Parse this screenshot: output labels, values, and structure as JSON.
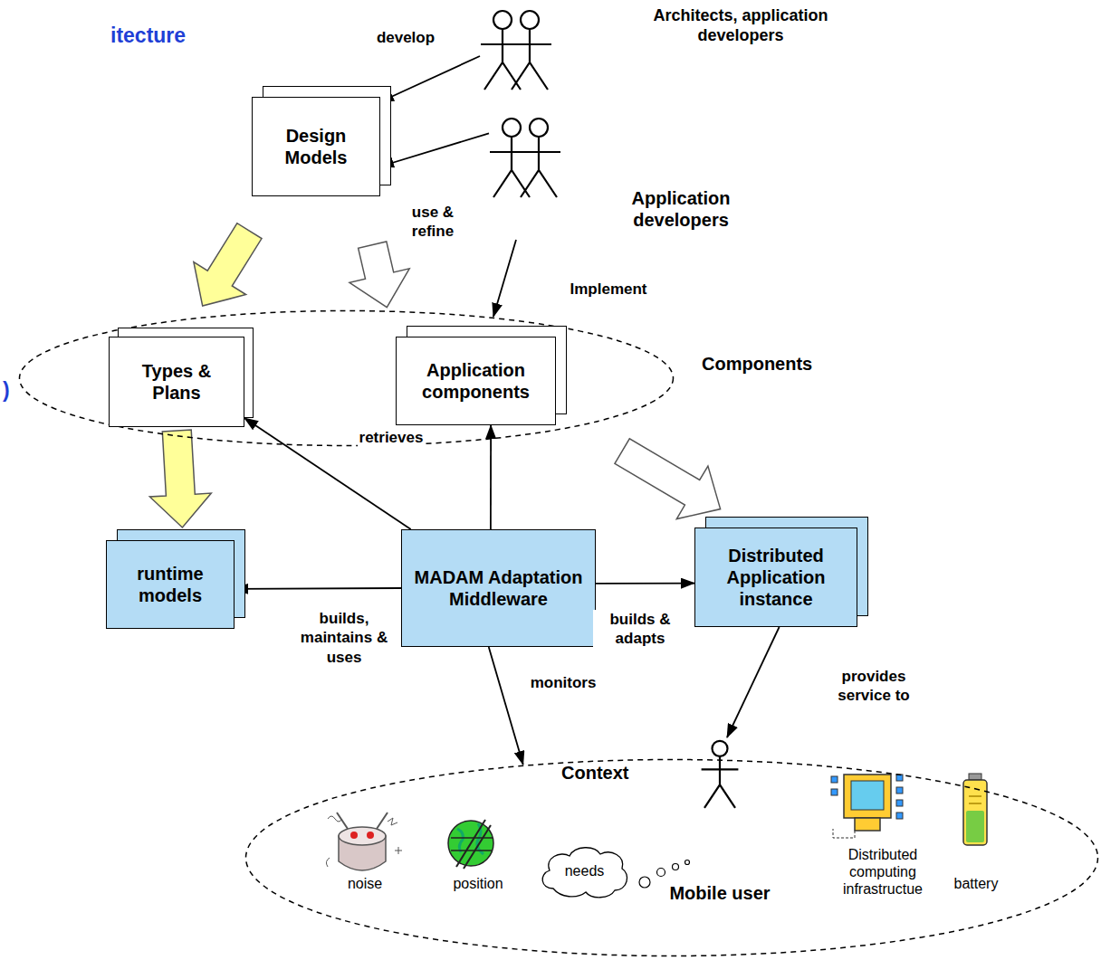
{
  "diagram": {
    "nodes": [
      {
        "text": [
          "Design Models"
        ]
      },
      {
        "text": [
          "Architects, application developers"
        ]
      },
      {
        "text": [
          "Application developers"
        ]
      },
      {
        "text": [
          "Components"
        ]
      },
      {
        "text": [
          "Types & Plans"
        ],
        "in": 3
      },
      {
        "text": [
          "Application components"
        ],
        "in": 3
      },
      {
        "text": [
          "runtime models"
        ]
      },
      {
        "text": [
          "MADAM Adaptation Middleware"
        ]
      },
      {
        "text": [
          "Distributed Application instance"
        ]
      },
      {
        "text": [
          "Context"
        ]
      },
      {
        "text": [
          "needs"
        ],
        "in": 9
      },
      {
        "text": [
          "Mobile user"
        ],
        "in": 9
      }
    ],
    "edges": [
      {
        "from": 1,
        "to": 0,
        "label": "develop",
        "arrow": "to"
      },
      {
        "from": 2,
        "to": 0,
        "label": "use & refine",
        "arrow": "to"
      },
      {
        "from": 2,
        "to": 3,
        "label": "Implement",
        "arrow": "to"
      },
      {
        "from": 0,
        "to": 4,
        "arrow": "to"
      },
      {
        "from": 0,
        "to": 3,
        "arrow": "to"
      },
      {
        "from": 4,
        "to": 6,
        "arrow": "to"
      },
      {
        "from": 5,
        "to": 8,
        "arrow": "to"
      },
      {
        "from": 7,
        "to": 4,
        "label": "retrieves",
        "arrow": "to"
      },
      {
        "from": 7,
        "to": 5,
        "arrow": "to"
      },
      {
        "from": 7,
        "to": 6,
        "label": "builds, maintains & uses",
        "arrow": "to"
      },
      {
        "from": 7,
        "to": 8,
        "label": "builds & adapts",
        "arrow": "to"
      },
      {
        "from": 7,
        "to": 9,
        "label": "monitors",
        "arrow": "to"
      },
      {
        "from": 8,
        "to": 11,
        "label": "provides service to",
        "arrow": "to"
      }
    ],
    "labels": [
      "itecture",
      ")",
      "noise",
      "position",
      "Distributed computing infrastructue",
      "battery"
    ]
  }
}
